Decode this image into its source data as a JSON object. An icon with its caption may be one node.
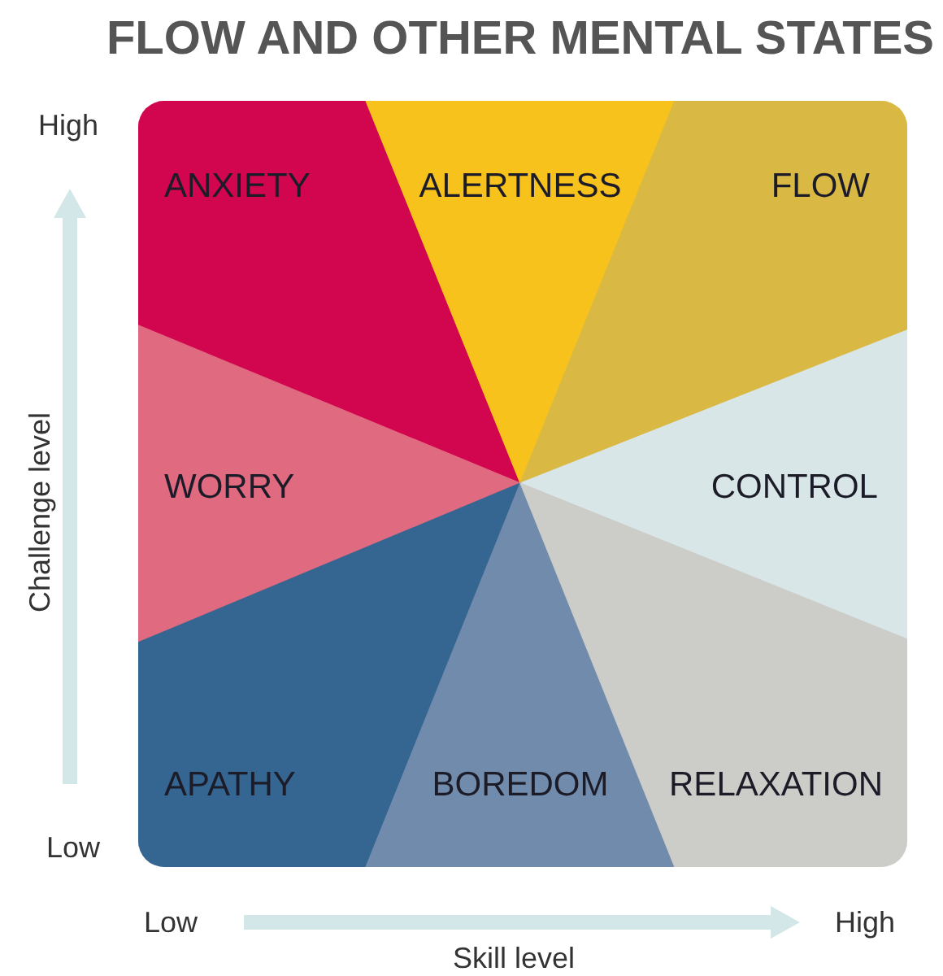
{
  "diagram": {
    "title": "FLOW AND OTHER MENTAL STATES",
    "nodes": [
      {
        "text": [
          "ANXIETY"
        ]
      },
      {
        "text": [
          "ALERTNESS"
        ]
      },
      {
        "text": [
          "FLOW"
        ]
      },
      {
        "text": [
          "WORRY"
        ]
      },
      {
        "text": [
          "CONTROL"
        ]
      },
      {
        "text": [
          "APATHY"
        ]
      },
      {
        "text": [
          "BOREDOM"
        ]
      },
      {
        "text": [
          "RELAXATION"
        ]
      }
    ],
    "edges": [],
    "labels": [
      "High",
      "Challenge level",
      "Low",
      "Low",
      "Skill level",
      "High"
    ]
  }
}
